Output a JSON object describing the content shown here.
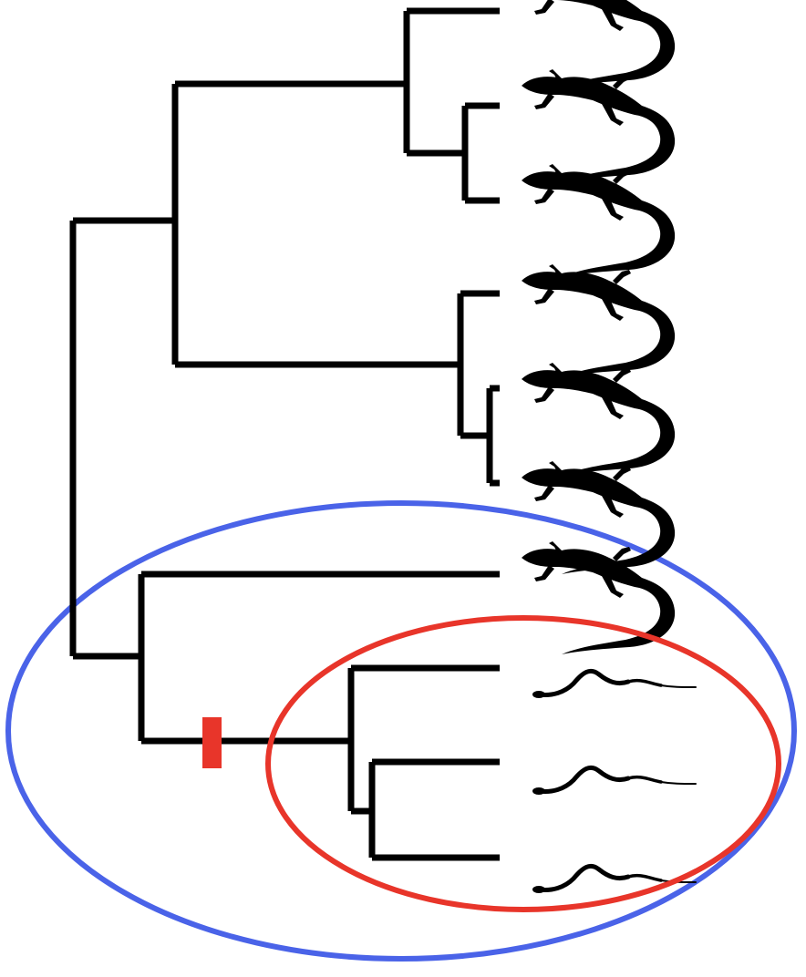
{
  "tree": {
    "tips": [
      {
        "taxon_icon": "lizard-icon"
      },
      {
        "taxon_icon": "lizard-icon"
      },
      {
        "taxon_icon": "lizard-icon"
      },
      {
        "taxon_icon": "lizard-icon"
      },
      {
        "taxon_icon": "lizard-icon"
      },
      {
        "taxon_icon": "lizard-icon"
      },
      {
        "taxon_icon": "lizard-icon"
      },
      {
        "taxon_icon": "limbless-lizard-icon"
      },
      {
        "taxon_icon": "limbless-lizard-icon"
      },
      {
        "taxon_icon": "limbless-lizard-icon"
      }
    ],
    "branch_color": "#000000",
    "transition_marker": {
      "color": "#e8352a",
      "meaning": "limb loss"
    },
    "clade_highlights": [
      {
        "name": "outer-clade",
        "color": "#4a63e8"
      },
      {
        "name": "inner-clade",
        "color": "#e8352a"
      }
    ]
  }
}
